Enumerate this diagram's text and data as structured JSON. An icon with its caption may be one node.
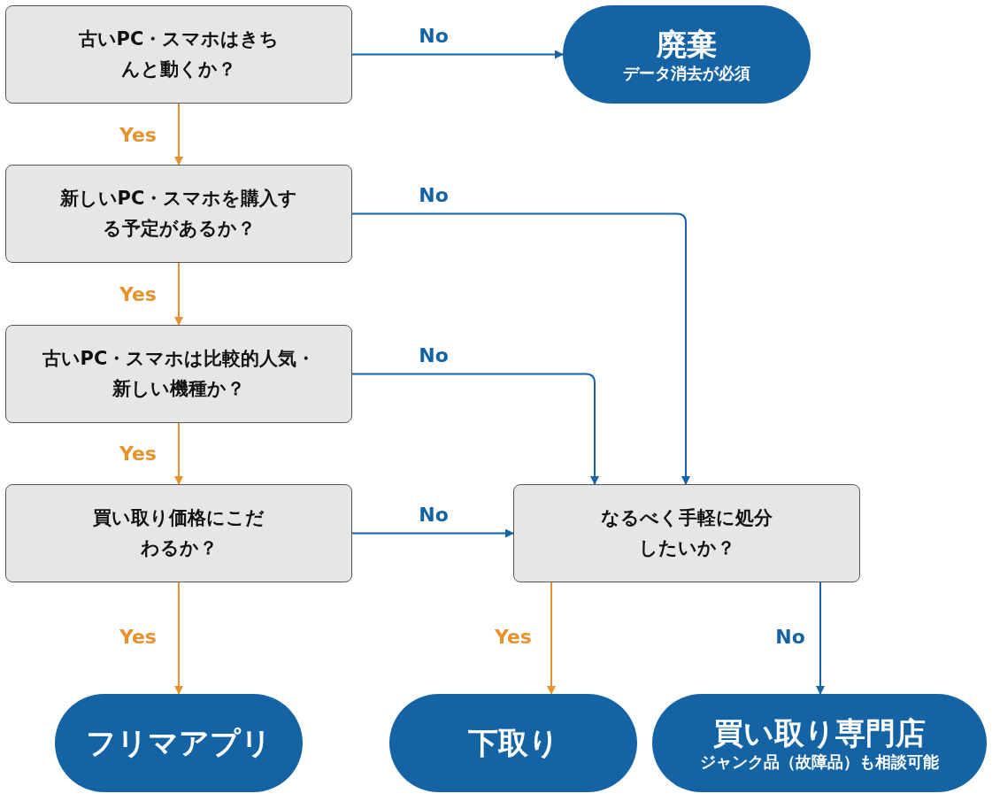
{
  "diagram": {
    "nodes": [
      {
        "text": [
          "古いPC・スマホはきちんと動くか？"
        ]
      },
      {
        "text": [
          "廃棄",
          "データ消去が必須"
        ]
      },
      {
        "text": [
          "新しいPC・スマホを購入する予定があるか？"
        ]
      },
      {
        "text": [
          "古いPC・スマホは比較的人気・新しい機種か？"
        ]
      },
      {
        "text": [
          "買い取り価格にこだわるか？"
        ]
      },
      {
        "text": [
          "なるべく手軽に処分したいか？"
        ]
      },
      {
        "text": [
          "フリマアプリ"
        ]
      },
      {
        "text": [
          "下取り"
        ]
      },
      {
        "text": [
          "買い取り専門店",
          "ジャンク品（故障品）も相談可能"
        ]
      }
    ],
    "edges": [
      {
        "from": 0,
        "to": 1,
        "arrow": "to",
        "label": "No"
      },
      {
        "from": 0,
        "to": 2,
        "arrow": "to",
        "label": "Yes",
        "color": "#e8922e"
      },
      {
        "from": 2,
        "to": 5,
        "arrow": "to",
        "label": "No"
      },
      {
        "from": 2,
        "to": 3,
        "arrow": "to",
        "label": "Yes",
        "color": "#e8922e"
      },
      {
        "from": 3,
        "to": 5,
        "arrow": "to",
        "label": "No"
      },
      {
        "from": 3,
        "to": 4,
        "arrow": "to",
        "label": "Yes",
        "color": "#e8922e"
      },
      {
        "from": 4,
        "to": 5,
        "arrow": "to",
        "label": "No"
      },
      {
        "from": 4,
        "to": 6,
        "arrow": "to",
        "label": "Yes",
        "color": "#e8922e"
      },
      {
        "from": 5,
        "to": 7,
        "arrow": "to",
        "label": "Yes",
        "color": "#e8922e"
      },
      {
        "from": 5,
        "to": 8,
        "arrow": "to",
        "label": "No"
      }
    ]
  }
}
